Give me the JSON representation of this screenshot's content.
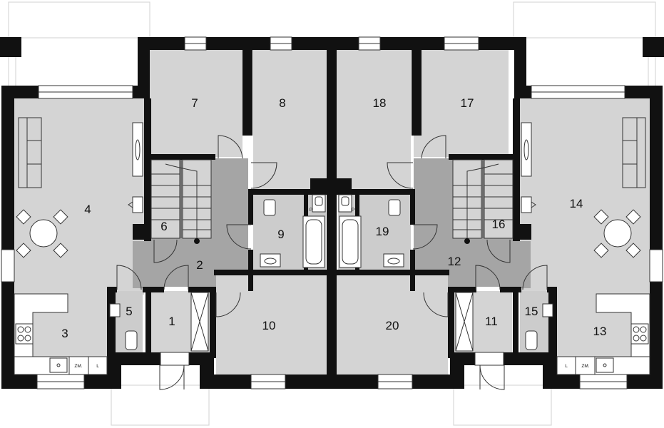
{
  "plan": {
    "colors": {
      "wall": "#111111",
      "room_fill": "#d4d4d4",
      "hall_fill": "#a5a5a5",
      "bath_fill": "#cccccc",
      "outline": "#d8d8d8"
    },
    "rooms": [
      "1",
      "2",
      "3",
      "4",
      "5",
      "6",
      "7",
      "8",
      "9",
      "10",
      "11",
      "12",
      "13",
      "14",
      "15",
      "16",
      "17",
      "18",
      "19",
      "20"
    ],
    "bath_marks": {
      "left": "P",
      "right": "P"
    },
    "kitchen_left": {
      "z": "ZM.",
      "l": "L"
    },
    "kitchen_right": {
      "z": "ZM.",
      "l": "L"
    }
  }
}
